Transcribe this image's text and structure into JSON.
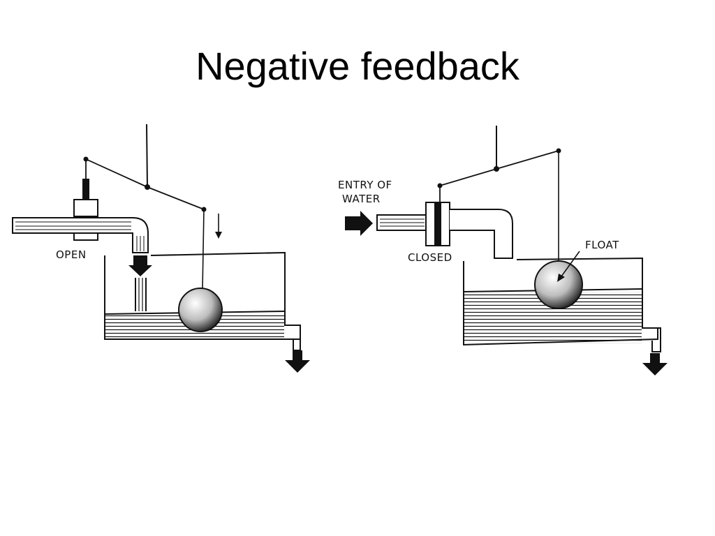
{
  "slide": {
    "title": "Negative feedback"
  },
  "diagram_left": {
    "valve_label": "OPEN"
  },
  "diagram_right": {
    "inlet_label_line1": "ENTRY OF",
    "inlet_label_line2": "WATER",
    "valve_label": "CLOSED",
    "float_label": "FLOAT"
  },
  "colors": {
    "ink": "#111111",
    "background": "#ffffff"
  }
}
